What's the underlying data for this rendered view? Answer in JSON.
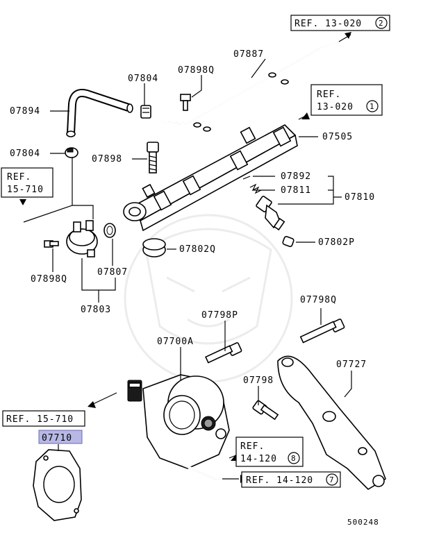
{
  "parts": {
    "p07894": "07894",
    "p07804a": "07804",
    "p07898q_top": "07898Q",
    "p07887": "07887",
    "p07804b": "07804",
    "p07898": "07898",
    "p07505": "07505",
    "p07892": "07892",
    "p07811": "07811",
    "p07810": "07810",
    "p07802q": "07802Q",
    "p07802p": "07802P",
    "p07898q_left": "07898Q",
    "p07807": "07807",
    "p07803": "07803",
    "p07798p": "07798P",
    "p07798q": "07798Q",
    "p07700a": "07700A",
    "p07727": "07727",
    "p07798": "07798",
    "p07710": "07710"
  },
  "refs": {
    "r1_text": "REF. 13-020",
    "r1_num": "2",
    "r2_line1": "REF.",
    "r2_line2": "13-020",
    "r2_num": "1",
    "r3_line1": "REF.",
    "r3_line2": "15-710",
    "r4_text": "REF. 15-710",
    "r5_line1": "REF.",
    "r5_line2": "14-120",
    "r5_num": "8",
    "r6_text": "REF. 14-120",
    "r6_num": "7"
  },
  "diagram_id": "500248",
  "colors": {
    "highlight": "#b8b8e6",
    "line": "#000000"
  }
}
